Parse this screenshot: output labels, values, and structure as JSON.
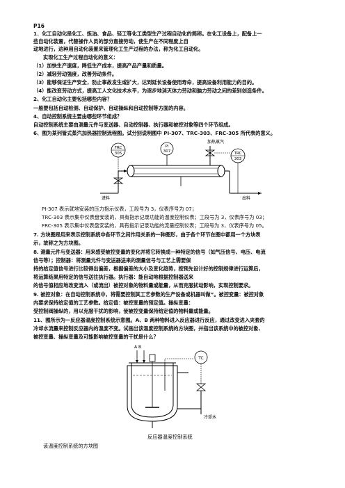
{
  "page_label": "P16",
  "lines": [
    "1．化工自动化是化工、炼油、食品、轻工等化工类型生产过程自动化的简称。在化工设备上，配备上一",
    "些自动化装置，代替操作人员的部分直接劳动，使生产在不同程度上自",
    "动地进行，这种用自动化装置来管理化工生产过程的办法，称为化工自动化。",
    "实现化工生产过程自动化的意义：",
    "（1）加快生产速度，降低生产成本，提高产品产量和质量。",
    "（2）减轻劳动强度，改善劳动条件。",
    "（3）能够保证生产安全，防止事故发生或扩大，达到延长设备使用寿命，提高设备利用能力的目的。",
    "（4）能改变劳动方式，提高工人文化技术水平，为逐步地消灭体力劳动和脑力劳动之间的差别创造条件。",
    "2、化工自动化主要包括哪些内容？",
    "一般要包括自动检测、自动保护、自动操纵和自动控制等方面的内容。",
    "4、自动控制系统主要由哪些环节组成？",
    "自动控制系统主要由测量元件与变送器、自动控制器、执行器和被控对象等四个环节组成。",
    "6、图为某列管式蒸汽加热器控制流程图。试分别说明图中 PI-307、TRC-303、FRC-305 所代表的意义。"
  ],
  "diagram1": {
    "frc_top": "FRC",
    "frc_bottom": "305",
    "pi_top": "PI",
    "pi_bottom": "307",
    "trc_top": "TRC",
    "trc_bottom": "303",
    "steam_label": "加热蒸汽",
    "inlet_label": "进料",
    "outlet_label": "出料"
  },
  "lines2": [
    "PI-307 表示就地安装的压力指示仪表，工段号为 3，仪表序号为 07；",
    "TRC-303 表示集中仪表盘安装的，具有指示记录功能的温度控制仪表；工段号为 3，仪表序号为 03；",
    "FRC-305 表示集中仪表盘安装的，具有指示记录功能的流量控制仪表；工段号为 3，仪表序号为 05。",
    "7. 方块图是用来表示控制系统中各环节之间作用关系的一种图形，由于各个环节在图中都用一个方块表",
    "示，故称之为方块图。",
    "8. 测量元件与变送器：用来感受被控变量的变化并将它转换成一种特定的信号（如气压信号、电压、电流",
    "信号等）；控制器：将测量元件与变送器送来的测量信号与工艺上需要保",
    "持的给定值信号进行比较得出偏差，根据偏差的大小及变化趋势，按预先设计好的控制规律进行运算后，",
    "将运算结果用特定的信号送往执行器。执行器：能自动地根据控制器送来",
    "的信号值相应地改变流入（或流出）被控对象的物料量或能量，从而克服扰动影响，实现控制要求。",
    "9. 被控对象：在自动控制系统中，将需要控制其工艺参数的生产设备或机器叫做”。被控变量：被控对象",
    "内要求保持给定值的工艺参数。给定值：被控变量的预定值。操纵变量：",
    "受控制阀操纵的，用以克服干扰的影响，使被控变量保持给定值的物料量或能量。",
    "11、图所示为一反应器温度控制系统示意图。A、B 两种物料进入反应器进行反应，通过改变进入夹套的",
    "冷却水流量来控制反应器内的温度不变。试画出该温度控制系统的方块图，并指出该系统中的被控对象、",
    "被控变量、操纵变量及可能影响被控变量的干扰是什么？"
  ],
  "diagram2": {
    "inputs_label": "A  B",
    "tc_label": "TC",
    "cooling_label": "冷却水",
    "caption": "反应器温度控制系统"
  },
  "footer_line": "该温度控制系统的方块图"
}
